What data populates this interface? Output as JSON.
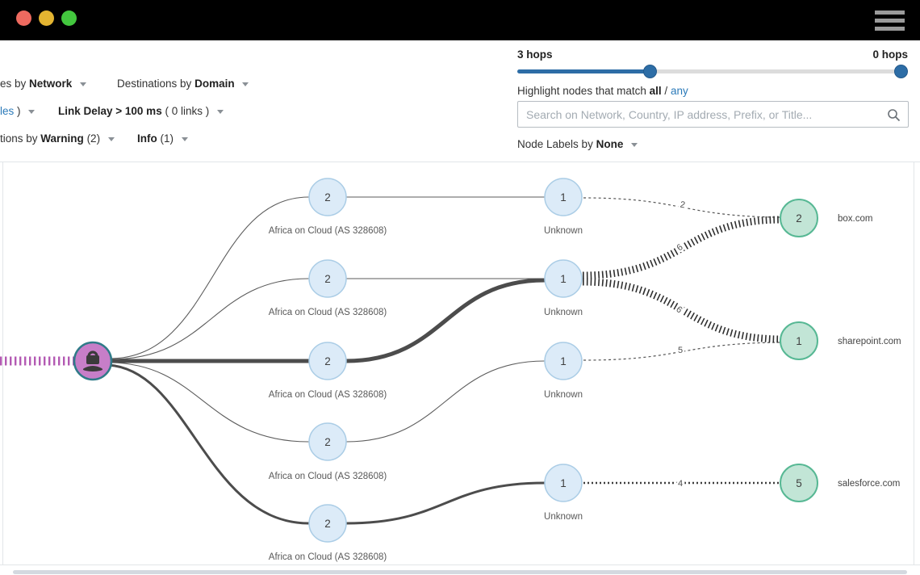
{
  "window": {
    "controls": {
      "close": "close",
      "minimize": "minimize",
      "maximize": "maximize"
    },
    "menu_icon": "hamburger-menu"
  },
  "toolbar_left": {
    "row1": {
      "prefix1": "es by",
      "bold1": "Network",
      "prefix2": "Destinations by",
      "bold2": "Domain"
    },
    "row2": {
      "link_text": "les",
      "paren": ")",
      "bold": "Link Delay > 100 ms",
      "suffix": "( 0 links )"
    },
    "row3": {
      "prefix": "tions by",
      "bold1": "Warning",
      "count1": "(2)",
      "bold2": "Info",
      "count2": "(1)"
    }
  },
  "toolbar_right": {
    "hops_left": "3 hops",
    "hops_right": "0 hops",
    "highlight": {
      "prefix": "Highlight nodes that match",
      "all": "all",
      "sep": "/",
      "any": "any"
    },
    "search_placeholder": "Search on Network, Country, IP address, Prefix, or Title...",
    "node_labels": {
      "prefix": "Node Labels by",
      "value": "None"
    }
  },
  "graph": {
    "agent": {
      "icon": "lock",
      "type": "cloud-agent"
    },
    "as_nodes": [
      {
        "value": "2",
        "label": "Africa on Cloud (AS 328608)"
      },
      {
        "value": "2",
        "label": "Africa on Cloud (AS 328608)"
      },
      {
        "value": "2",
        "label": "Africa on Cloud (AS 328608)"
      },
      {
        "value": "2",
        "label": "Africa on Cloud (AS 328608)"
      },
      {
        "value": "2",
        "label": "Africa on Cloud (AS 328608)"
      }
    ],
    "unknown_nodes": [
      {
        "value": "1",
        "label": "Unknown"
      },
      {
        "value": "1",
        "label": "Unknown"
      },
      {
        "value": "1",
        "label": "Unknown"
      },
      {
        "value": "1",
        "label": "Unknown"
      }
    ],
    "destinations": [
      {
        "value": "2",
        "label": "box.com"
      },
      {
        "value": "1",
        "label": "sharepoint.com"
      },
      {
        "value": "5",
        "label": "salesforce.com"
      }
    ],
    "link_labels": [
      "2",
      "6",
      "6",
      "5",
      "4"
    ]
  },
  "colors": {
    "slider_blue": "#2d6da6",
    "link_blue": "#2b7ab9",
    "node_blue_fill": "#dcebf8",
    "node_blue_border": "#abcde6",
    "dest_green_fill": "#c2e5d6",
    "dest_green_border": "#57b894",
    "agent_purple_fill": "#c77ec8",
    "agent_teal_border": "#2f7b88",
    "purple_dash": "#b35ab3",
    "titlebar_black": "#000000"
  }
}
